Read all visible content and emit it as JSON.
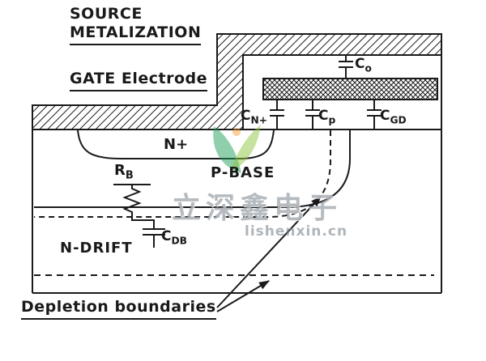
{
  "diagram": {
    "labels": {
      "source_line1": "SOURCE",
      "source_line2": "METALIZATION",
      "gate": "GATE Electrode",
      "n_plus": "N+",
      "p_base": "P-BASE",
      "n_drift": "N-DRIFT",
      "depletion": "Depletion boundaries"
    },
    "components": {
      "c_o": {
        "base": "C",
        "sub": "o"
      },
      "c_n_plus": {
        "base": "C",
        "sub": "N+"
      },
      "c_p": {
        "base": "C",
        "sub": "p"
      },
      "c_gd": {
        "base": "C",
        "sub": "GD"
      },
      "c_db": {
        "base": "C",
        "sub": "DB"
      },
      "r_b": {
        "base": "R",
        "sub": "B"
      }
    },
    "watermark": {
      "cn_text": "立深鑫电子",
      "url": "lishenxin.cn"
    },
    "colors": {
      "ink": "#1a1a1a",
      "watermark_gray": "#8a939a",
      "leaf_green": "#1fa05a",
      "leaf_light_green": "#8dc63f",
      "leaf_orange": "#f7941d"
    }
  }
}
